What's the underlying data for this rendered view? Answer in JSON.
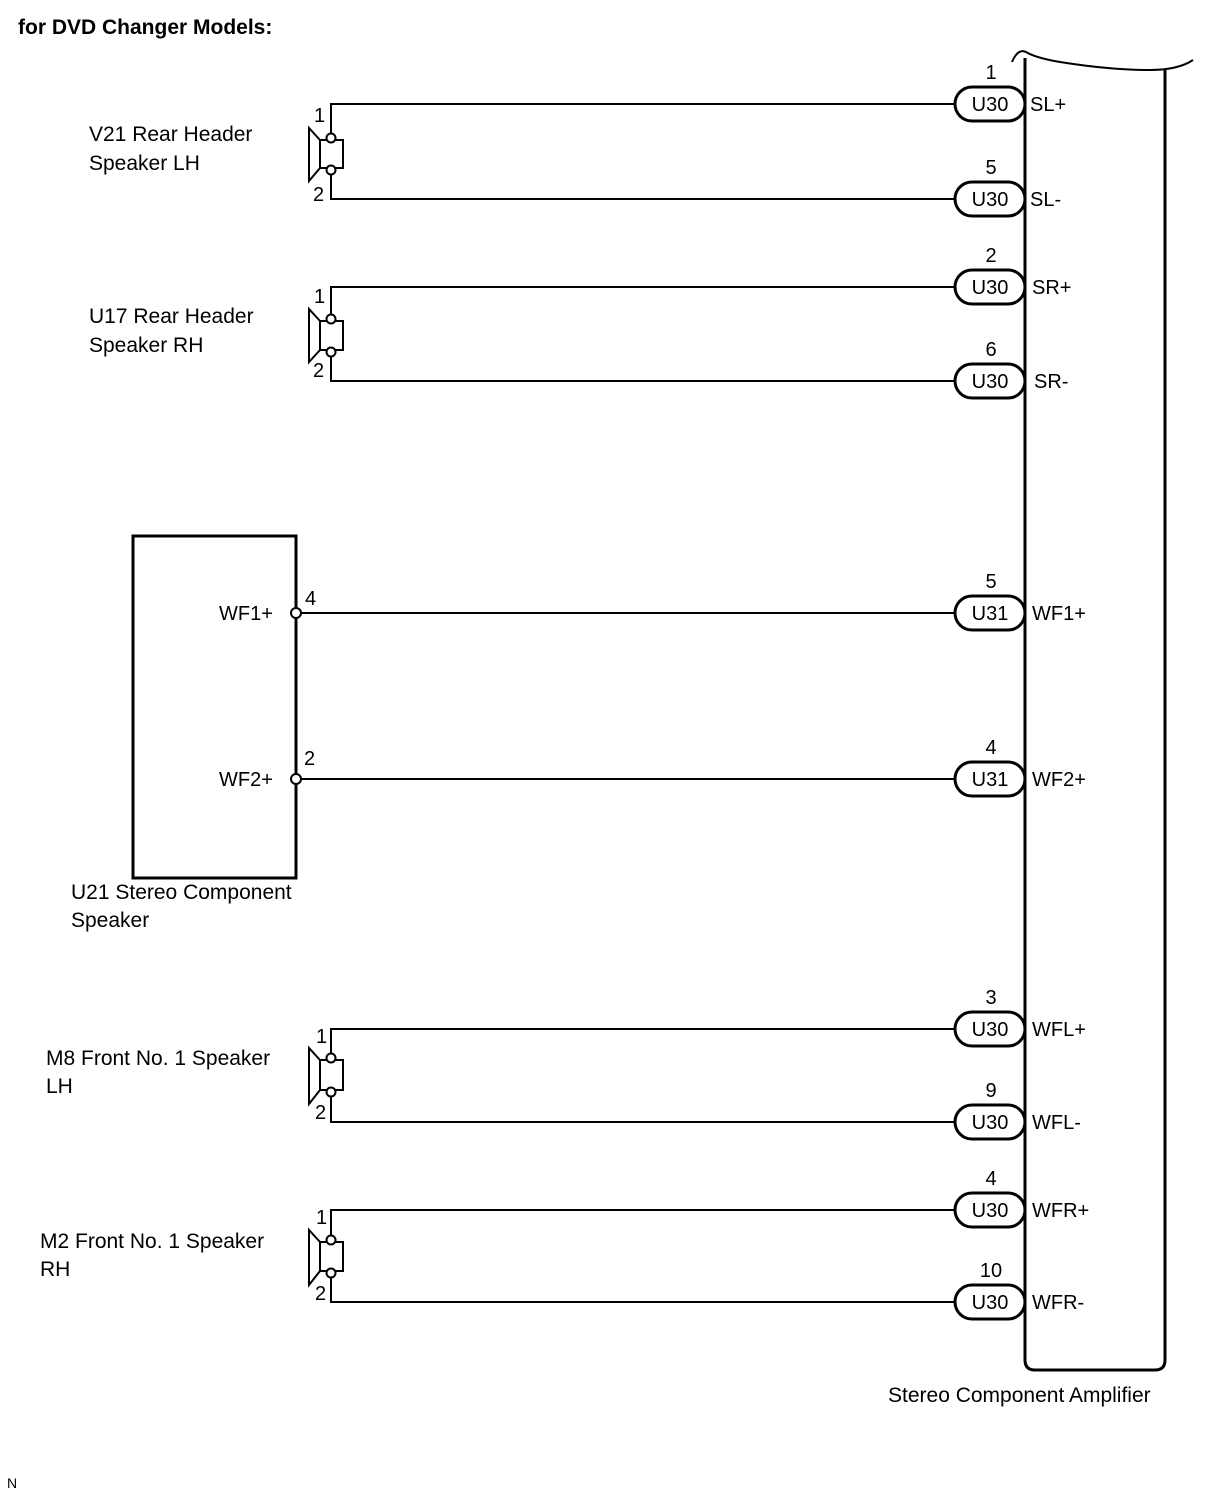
{
  "title": "for DVD Changer Models:",
  "amplifier": {
    "label": "Stereo Component Amplifier"
  },
  "component_speaker": {
    "label_line1": "U21 Stereo Component",
    "label_line2": "Speaker",
    "terminals": [
      {
        "name": "WF1+",
        "pin": "4"
      },
      {
        "name": "WF2+",
        "pin": "2"
      }
    ]
  },
  "speakers": [
    {
      "label_line1": "V21 Rear Header",
      "label_line2": "Speaker LH",
      "pin_top": "1",
      "pin_bottom": "2"
    },
    {
      "label_line1": "U17 Rear Header",
      "label_line2": "Speaker RH",
      "pin_top": "1",
      "pin_bottom": "2"
    },
    {
      "label_line1": "M8 Front No. 1 Speaker",
      "label_line2": "LH",
      "pin_top": "1",
      "pin_bottom": "2"
    },
    {
      "label_line1": "M2 Front No. 1 Speaker",
      "label_line2": "RH",
      "pin_top": "1",
      "pin_bottom": "2"
    }
  ],
  "connections": [
    {
      "connector": "U30",
      "pin": "1",
      "signal": "SL+"
    },
    {
      "connector": "U30",
      "pin": "5",
      "signal": "SL-"
    },
    {
      "connector": "U30",
      "pin": "2",
      "signal": "SR+"
    },
    {
      "connector": "U30",
      "pin": "6",
      "signal": "SR-"
    },
    {
      "connector": "U31",
      "pin": "5",
      "signal": "WF1+"
    },
    {
      "connector": "U31",
      "pin": "4",
      "signal": "WF2+"
    },
    {
      "connector": "U30",
      "pin": "3",
      "signal": "WFL+"
    },
    {
      "connector": "U30",
      "pin": "9",
      "signal": "WFL-"
    },
    {
      "connector": "U30",
      "pin": "4",
      "signal": "WFR+"
    },
    {
      "connector": "U30",
      "pin": "10",
      "signal": "WFR-"
    }
  ],
  "footer": "N"
}
